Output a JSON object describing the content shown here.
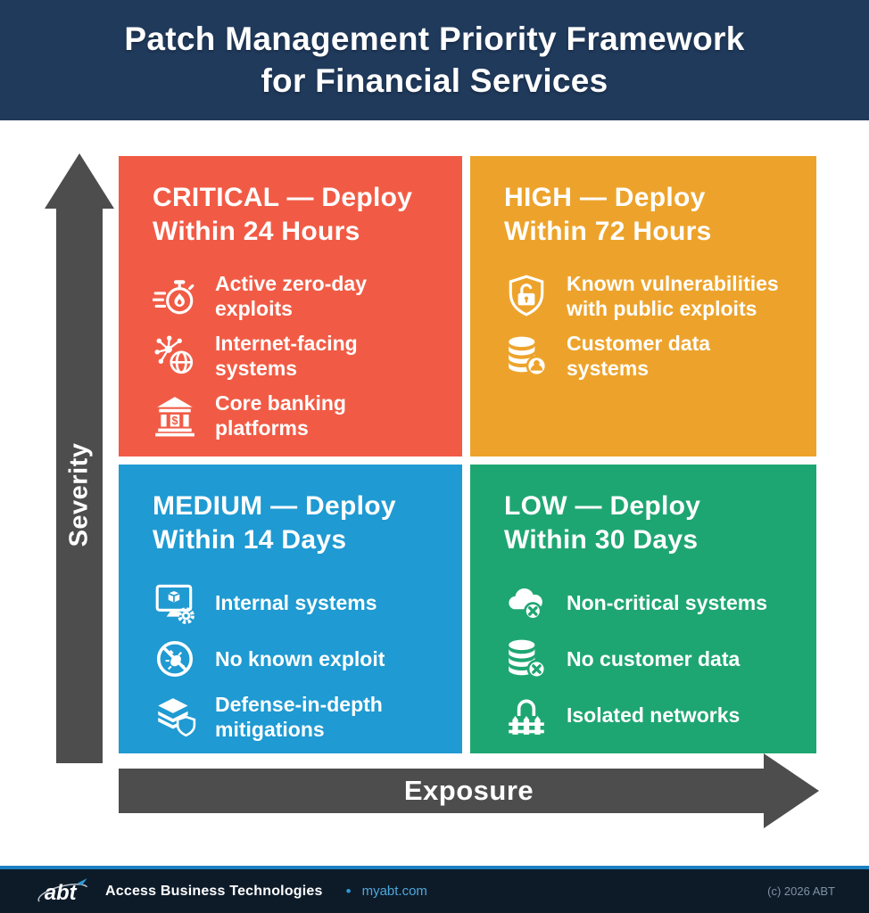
{
  "header": {
    "title_line1": "Patch Management Priority Framework",
    "title_line2": "for Financial Services"
  },
  "axes": {
    "y_label": "Severity",
    "x_label": "Exposure"
  },
  "quadrants": [
    {
      "level": "CRITICAL",
      "title_line1": "CRITICAL — Deploy",
      "title_line2": "Within 24 Hours",
      "color": "#F15B45",
      "items": [
        {
          "icon": "stopwatch-flame-icon",
          "label": "Active zero-day exploits"
        },
        {
          "icon": "network-globe-icon",
          "label": "Internet-facing systems"
        },
        {
          "icon": "bank-icon",
          "label": "Core banking platforms"
        }
      ]
    },
    {
      "level": "HIGH",
      "title_line1": "HIGH — Deploy",
      "title_line2": "Within 72 Hours",
      "color": "#EDA32B",
      "items": [
        {
          "icon": "shield-unlock-icon",
          "label": "Known vulnerabilities with public exploits"
        },
        {
          "icon": "database-user-icon",
          "label": "Customer data systems"
        }
      ]
    },
    {
      "level": "MEDIUM",
      "title_line1": "MEDIUM — Deploy",
      "title_line2": "Within 14 Days",
      "color": "#1F9AD2",
      "items": [
        {
          "icon": "monitor-gear-icon",
          "label": "Internal systems"
        },
        {
          "icon": "no-bug-icon",
          "label": "No known exploit"
        },
        {
          "icon": "layers-shield-icon",
          "label": "Defense-in-depth mitigations"
        }
      ]
    },
    {
      "level": "LOW",
      "title_line1": "LOW — Deploy",
      "title_line2": "Within 30 Days",
      "color": "#1EA672",
      "items": [
        {
          "icon": "cloud-x-icon",
          "label": "Non-critical systems"
        },
        {
          "icon": "database-x-icon",
          "label": "No customer data"
        },
        {
          "icon": "fence-lock-icon",
          "label": "Isolated networks"
        }
      ]
    }
  ],
  "footer": {
    "logo_text": "abt",
    "company": "Access Business Technologies",
    "bullet": "•",
    "website": "myabt.com",
    "copyright": "(c) 2026 ABT"
  },
  "colors": {
    "header_bg": "#203A5C",
    "critical": "#F15B45",
    "high": "#EDA32B",
    "medium": "#1F9AD2",
    "low": "#1EA672",
    "axis_arrow": "#4D4D4D",
    "footer_bg": "#0D1B29",
    "footer_accent": "#1C7FC2",
    "link": "#4FA8DC"
  }
}
